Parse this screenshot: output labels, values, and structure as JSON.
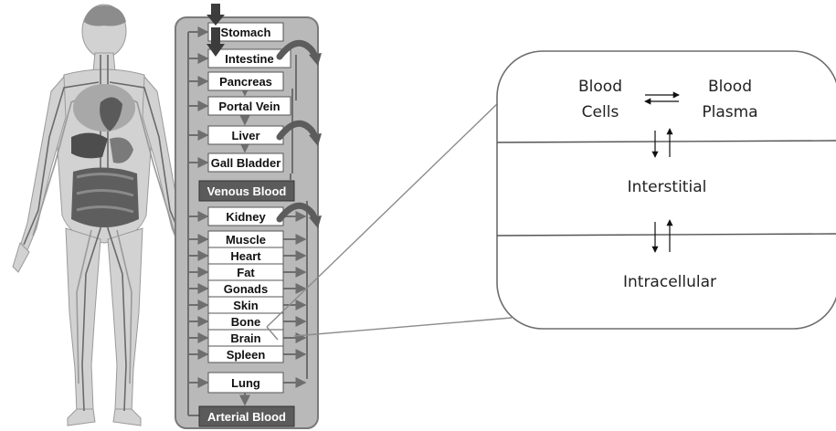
{
  "organs": [
    {
      "id": "stomach",
      "label": "Stomach"
    },
    {
      "id": "intestine",
      "label": "Intestine"
    },
    {
      "id": "pancreas",
      "label": "Pancreas"
    },
    {
      "id": "portal",
      "label": "Portal Vein"
    },
    {
      "id": "liver",
      "label": "Liver"
    },
    {
      "id": "gall",
      "label": "Gall Bladder"
    },
    {
      "id": "kidney",
      "label": "Kidney"
    },
    {
      "id": "muscle",
      "label": "Muscle"
    },
    {
      "id": "heart",
      "label": "Heart"
    },
    {
      "id": "fat",
      "label": "Fat"
    },
    {
      "id": "gonads",
      "label": "Gonads"
    },
    {
      "id": "skin",
      "label": "Skin"
    },
    {
      "id": "bone",
      "label": "Bone"
    },
    {
      "id": "brain",
      "label": "Brain"
    },
    {
      "id": "spleen",
      "label": "Spleen"
    },
    {
      "id": "lung",
      "label": "Lung"
    }
  ],
  "blood_pools": {
    "venous": "Venous Blood",
    "arterial": "Arterial Blood"
  },
  "compartments": {
    "blood_cells_1": "Blood",
    "blood_cells_2": "Cells",
    "blood_plasma_1": "Blood",
    "blood_plasma_2": "Plasma",
    "interstitial": "Interstitial",
    "intracellular": "Intracellular"
  },
  "colors": {
    "panel_fill": "#b9b9b9",
    "panel_stroke": "#7a7a7a",
    "box_fill": "#ffffff",
    "blood_box_fill": "#5b5b5b",
    "arrow": "#6e6e6e",
    "dark_arrow": "#444444",
    "callout_stroke": "#8a8a8a",
    "text": "#111111"
  }
}
